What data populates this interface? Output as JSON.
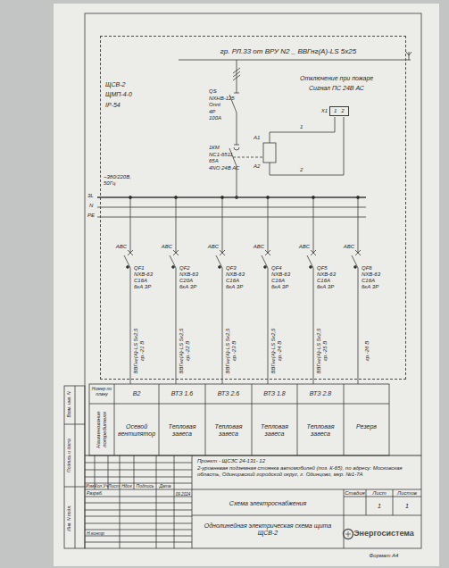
{
  "diagram": {
    "nodes": [
      {
        "text": [
          "ЩСВ-2",
          "ЩМП-4-0",
          "IP-54"
        ]
      },
      {
        "text": [
          "X1",
          "1",
          "2"
        ],
        "in": 0
      }
    ],
    "labels": [
      "гр. РЛ.33 от ВРУ N2 _ ВВГнг(А)-LS 5х25",
      "QS",
      "NXHB-125",
      "Onnt",
      "4P",
      "100A",
      "1КМ",
      "NC1-6511",
      "65А",
      "4NO 24В АС",
      "Отключение при пожаре",
      "Сигнал ПС 24В АС",
      "A1",
      "A2",
      "1",
      "2",
      "~380/220В, 50Гц",
      "3L",
      "N",
      "PE",
      "АВС",
      "QF1 NXB-63 C16A 6кА 3P",
      "ВВГнг(А)-LS 5х2,5 гр.-21 В",
      "АВС",
      "QF2 NXB-63 C20A 6кА 3P",
      "ВВГнг(А)-LS 5х2,5 гр.-22 В",
      "АВС",
      "QF3 NXB-63 C16A 6кА 3P",
      "ВВГнг(А)-LS 5х2,5 гр.-23 В",
      "АВС",
      "QF4 NXB-63 C16A 6кА 3P",
      "ВВГнг(А)-LS 5х2,5 гр.-24 В",
      "АВС",
      "QF5 NXB-63 C16A 6кА 3P",
      "ВВГнг(А)-LS 5х2,5 гр.-25 В",
      "АВС",
      "QF6 NXB-63 C16A 6кА 3P",
      "гр.-26 В",
      "Номер по плану",
      "Наименование потребителя",
      "В2",
      "ВТЗ 1.6",
      "ВТЗ 2.6",
      "ВТЗ 1.8",
      "ВТЗ 2.8",
      "Осевой вентилятор",
      "Тепловая завеса",
      "Тепловая завеса",
      "Тепловая завеса",
      "Тепловая завеса",
      "Резерв",
      "Взам. инв. N",
      "Подпись и дата",
      "Инв. N подл.",
      "Проект - ЩСЗС 24-131- 12",
      "2-уровневая подземная стоянка автомобилей (поз. К-65), по адресу: Московская область, Одинцовский городской округ, г. Одинцово, мкр. №1-7А",
      "Изм",
      "Кол.Уч",
      "Лист",
      "Ндок",
      "Подпись",
      "Дата",
      "Разраб.",
      "09.2024",
      "Н.контр",
      "Схема электроснабжения",
      "Стадия",
      "Лист",
      "Листов",
      "1",
      "1",
      "Однолинейная электрическая схема щита ЩСВ-2",
      "Энергосистема",
      "Формат А4"
    ]
  }
}
